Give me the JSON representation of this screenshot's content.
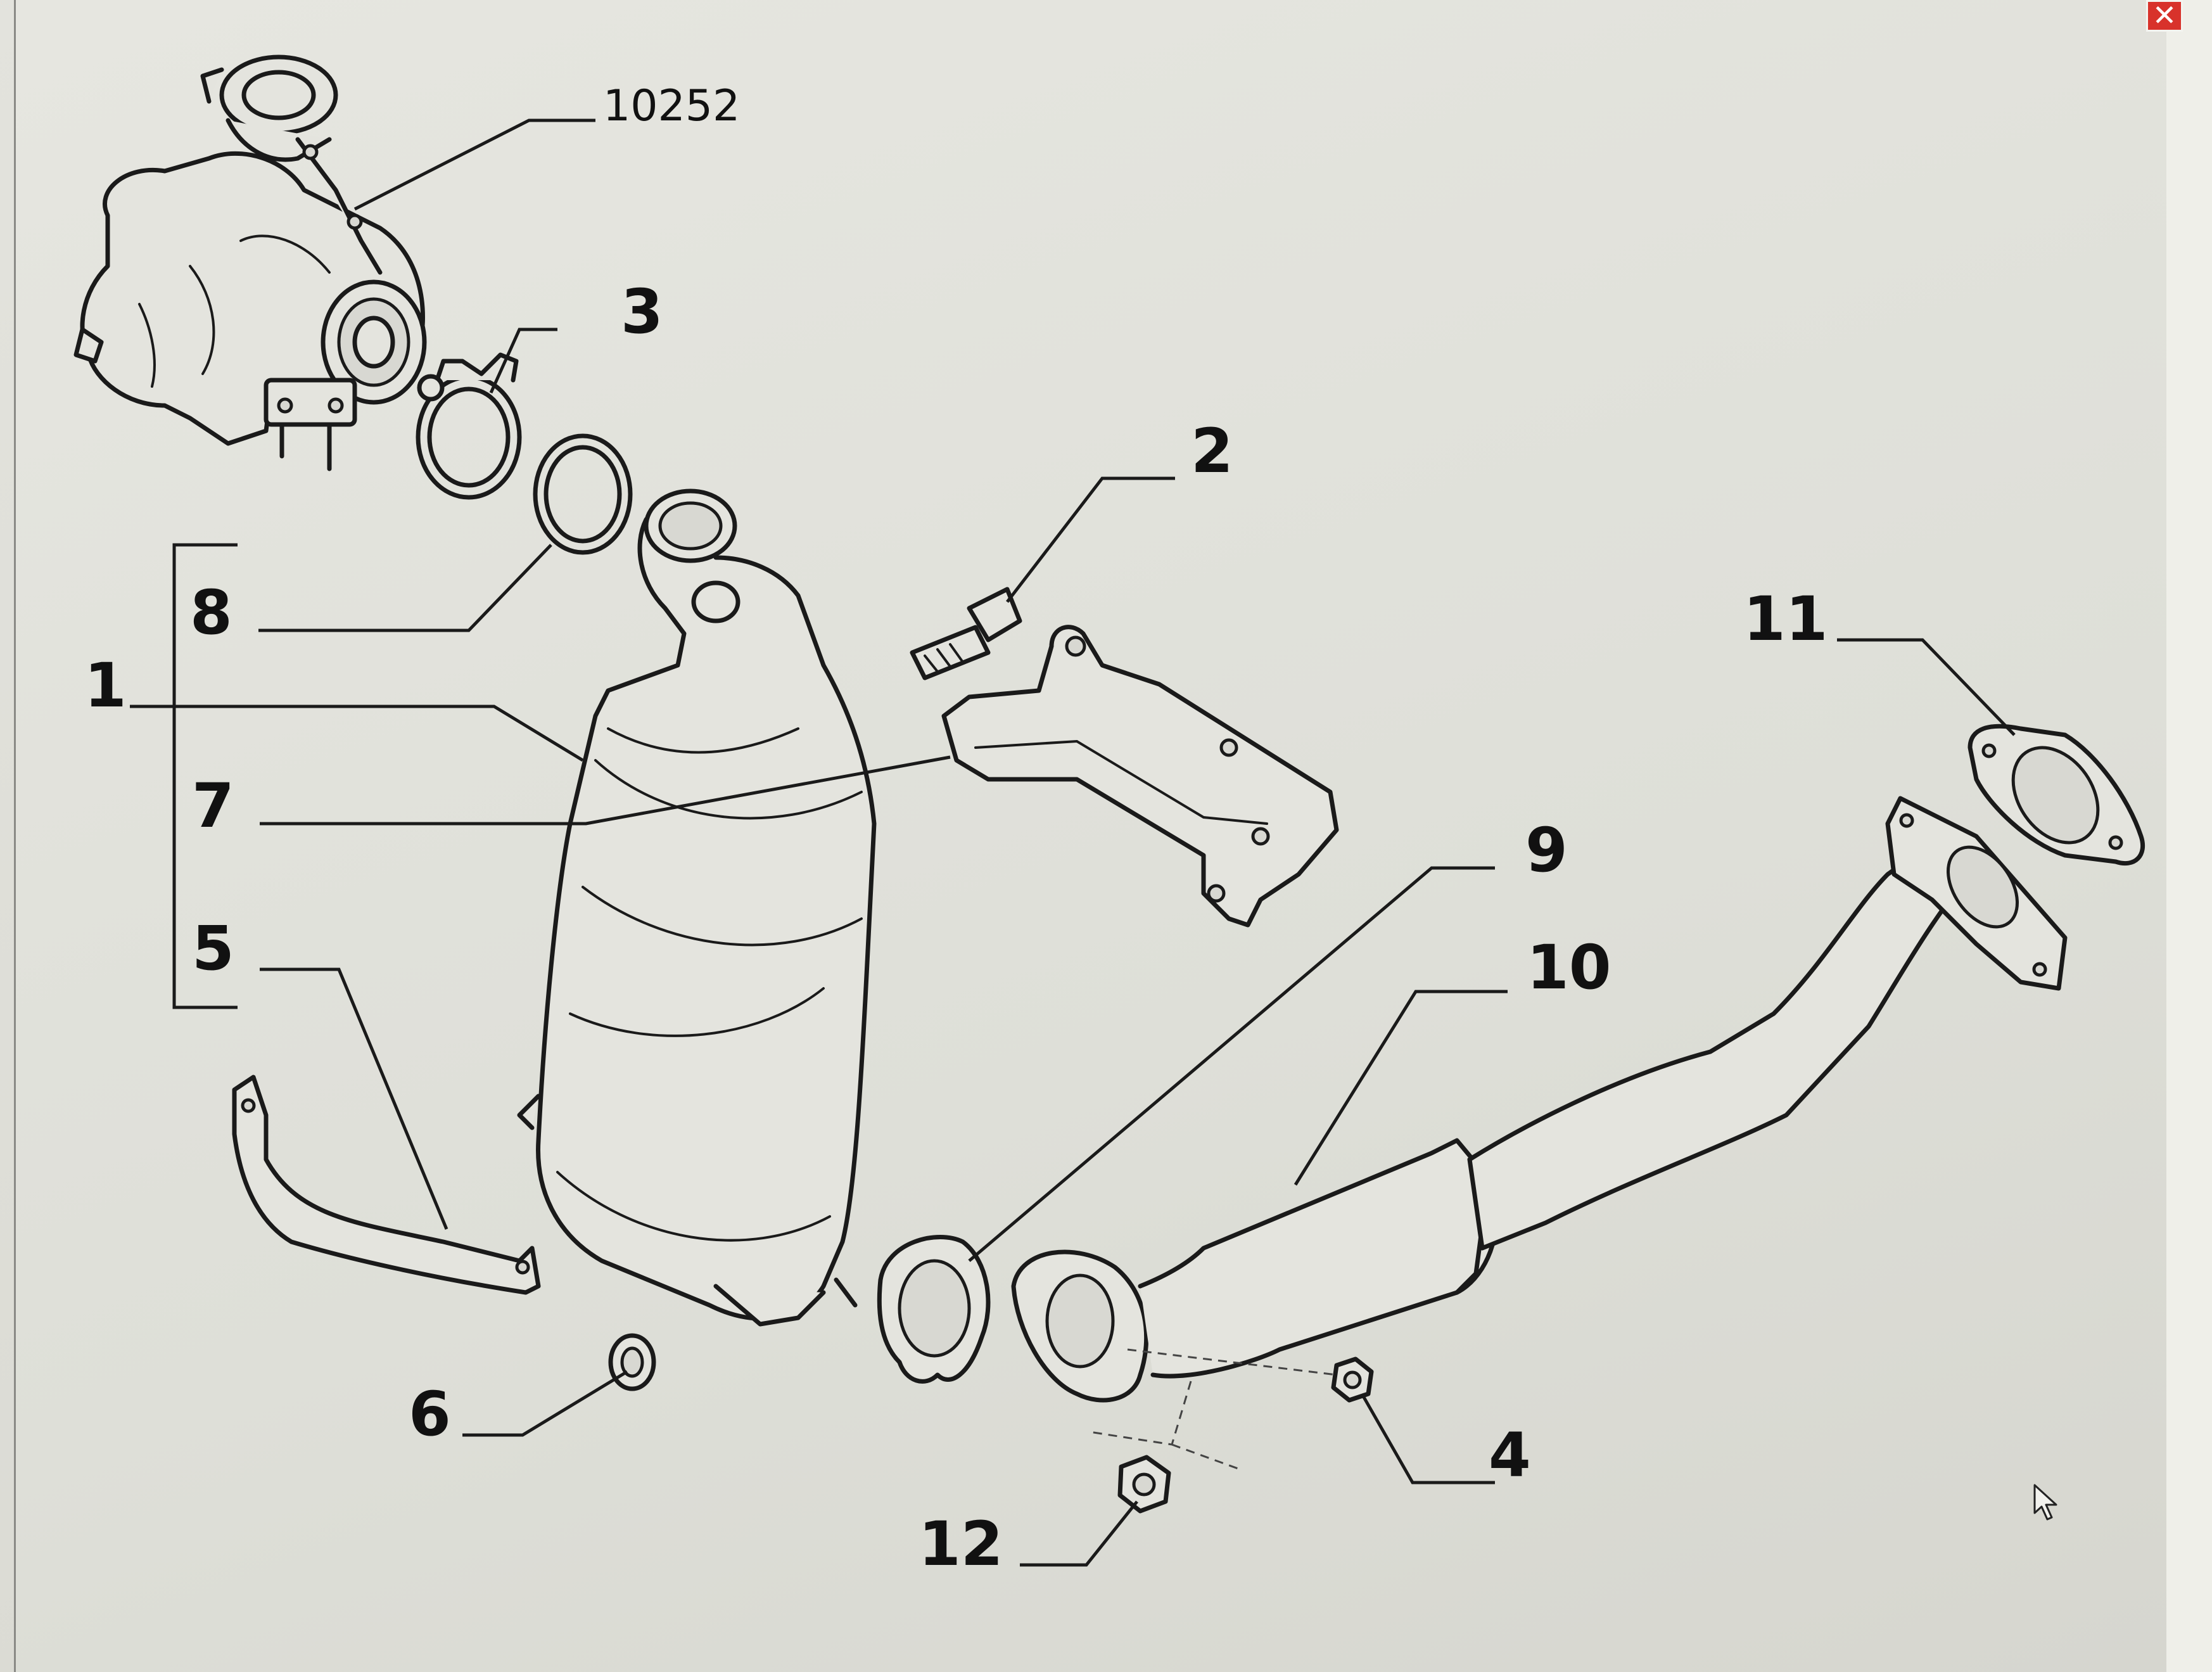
{
  "window": {
    "close_label": "✕"
  },
  "callouts": {
    "c10252": "10252",
    "c3": "3",
    "c2": "2",
    "c8": "8",
    "c1": "1",
    "c7": "7",
    "c11": "11",
    "c9": "9",
    "c5": "5",
    "c10": "10",
    "c6": "6",
    "c4": "4",
    "c12": "12"
  },
  "icons": {
    "close": "close-icon",
    "cursor": "mouse-pointer-icon"
  },
  "colors": {
    "close_button": "#d8322b",
    "line_art": "#1a1a1a",
    "paper": "#e3e3dd"
  }
}
